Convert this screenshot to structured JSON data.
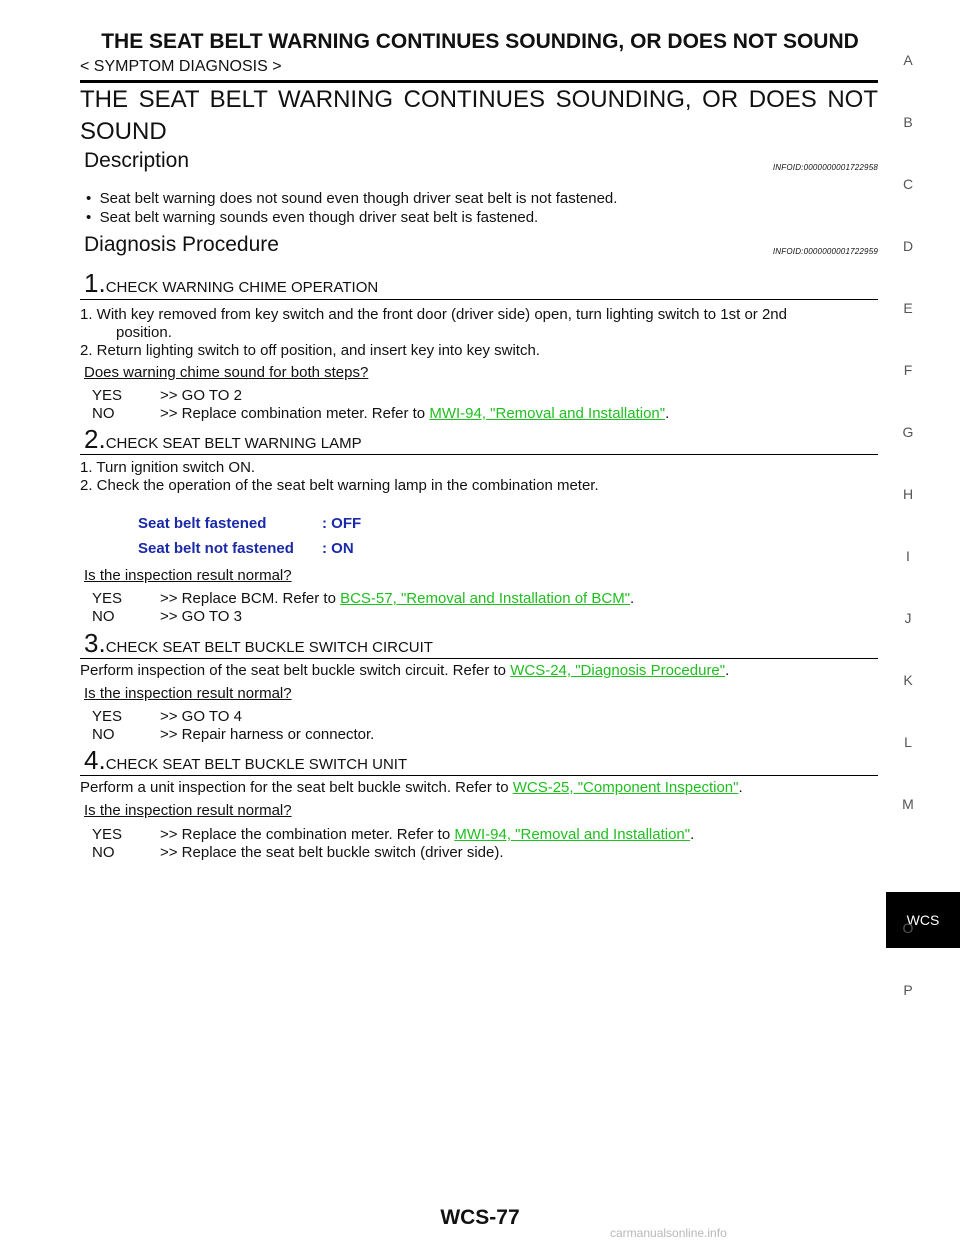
{
  "header": {
    "title": "THE SEAT BELT WARNING CONTINUES SOUNDING, OR DOES NOT SOUND",
    "subtitle": "< SYMPTOM DIAGNOSIS >"
  },
  "page_title": "THE SEAT BELT WARNING CONTINUES SOUNDING, OR DOES NOT SOUND",
  "description": {
    "heading": "Description",
    "infoid": "INFOID:0000000001722958",
    "bullets": [
      "Seat belt warning does not sound even though driver seat belt is not fastened.",
      "Seat belt warning sounds even though driver seat belt is fastened."
    ]
  },
  "procedure": {
    "heading": "Diagnosis Procedure",
    "infoid": "INFOID:0000000001722959"
  },
  "step1": {
    "num": "1.",
    "title": "CHECK WARNING CHIME OPERATION",
    "line1a": "1.  With key removed from key switch and the front door (driver side) open, turn lighting switch to 1st or 2nd",
    "line1b": "position.",
    "line2": "2.  Return lighting switch to off position, and insert key into key switch.",
    "question": "Does warning chime sound for both steps?",
    "yes_label": "YES",
    "yes_text": ">> GO TO 2",
    "no_label": "NO",
    "no_text": ">> Replace combination meter. Refer to",
    "no_link": "MWI-94, \"Removal and Installation\"",
    "no_end": "."
  },
  "step2": {
    "num": "2.",
    "title": "CHECK SEAT BELT WARNING LAMP",
    "line1": "1.  Turn ignition switch ON.",
    "line2": "2.  Check the operation of the seat belt warning lamp in the combination meter.",
    "spec1_label": "Seat belt fastened",
    "spec1_value": ": OFF",
    "spec2_label": "Seat belt not fastened",
    "spec2_value": ": ON",
    "question": "Is the inspection result normal?",
    "yes_label": "YES",
    "yes_text": ">> Replace BCM. Refer to",
    "yes_link": "BCS-57, \"Removal and Installation of BCM\"",
    "yes_end": ".",
    "no_label": "NO",
    "no_text": ">> GO TO 3"
  },
  "step3": {
    "num": "3.",
    "title": "CHECK SEAT BELT BUCKLE SWITCH CIRCUIT",
    "body": "Perform inspection of the seat belt buckle switch circuit. Refer to",
    "link": "WCS-24, \"Diagnosis Procedure\"",
    "end": ".",
    "question": "Is the inspection result normal?",
    "yes_label": "YES",
    "yes_text": ">> GO TO 4",
    "no_label": "NO",
    "no_text": ">> Repair harness or connector."
  },
  "step4": {
    "num": "4.",
    "title": "CHECK SEAT BELT BUCKLE SWITCH UNIT",
    "body": "Perform a unit inspection for the seat belt buckle switch. Refer to",
    "link": "WCS-25, \"Component Inspection\"",
    "end": ".",
    "question": "Is the inspection result normal?",
    "yes_label": "YES",
    "yes_text": ">> Replace the combination meter. Refer to",
    "yes_link": "MWI-94, \"Removal and Installation\"",
    "yes_end": ".",
    "no_label": "NO",
    "no_text": ">> Replace the seat belt buckle switch (driver side)."
  },
  "side_index": {
    "a": "A",
    "b": "B",
    "c": "C",
    "d": "D",
    "e": "E",
    "f": "F",
    "g": "G",
    "h": "H",
    "i": "I",
    "j": "J",
    "k": "K",
    "l": "L",
    "m": "M",
    "o": "O",
    "p": "P",
    "active": "WCS"
  },
  "footer": {
    "page_number": "WCS-77",
    "watermark": "carmanualsonline.info"
  }
}
